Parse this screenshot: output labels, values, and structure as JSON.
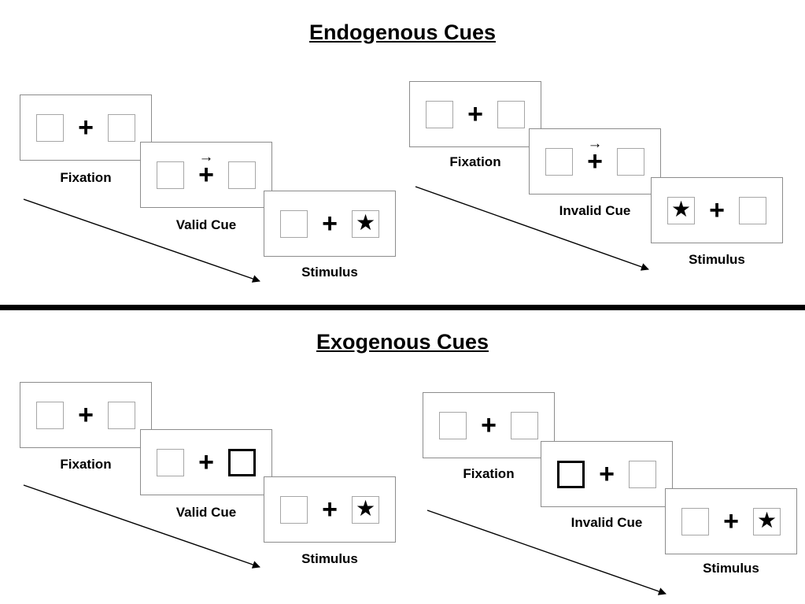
{
  "colors": {
    "text": "#000000",
    "panel_border": "#8c8c8c",
    "box_border": "#a6a6a6",
    "divider": "#000000"
  },
  "glyphs": {
    "plus": "+",
    "star": "★",
    "cue_arrow": "→"
  },
  "sections": [
    {
      "title": "Endogenous Cues",
      "sequences": [
        {
          "name": "valid-cue-trial",
          "panels": [
            {
              "label": "Fixation",
              "left_box": "empty",
              "right_box": "empty",
              "cue": "none"
            },
            {
              "label": "Valid Cue",
              "left_box": "empty",
              "right_box": "empty",
              "cue": "arrow-right-above-fixation"
            },
            {
              "label": "Stimulus",
              "left_box": "empty",
              "right_box": "star",
              "cue": "none"
            }
          ]
        },
        {
          "name": "invalid-cue-trial",
          "panels": [
            {
              "label": "Fixation",
              "left_box": "empty",
              "right_box": "empty",
              "cue": "none"
            },
            {
              "label": "Invalid Cue",
              "left_box": "empty",
              "right_box": "empty",
              "cue": "arrow-right-above-fixation"
            },
            {
              "label": "Stimulus",
              "left_box": "star",
              "right_box": "empty",
              "cue": "none"
            }
          ]
        }
      ]
    },
    {
      "title": "Exogenous Cues",
      "sequences": [
        {
          "name": "valid-cue-trial",
          "panels": [
            {
              "label": "Fixation",
              "left_box": "empty",
              "right_box": "empty",
              "cue": "none"
            },
            {
              "label": "Valid Cue",
              "left_box": "empty",
              "right_box": "thick-border",
              "cue": "thick-border-right-box"
            },
            {
              "label": "Stimulus",
              "left_box": "empty",
              "right_box": "star",
              "cue": "none"
            }
          ]
        },
        {
          "name": "invalid-cue-trial",
          "panels": [
            {
              "label": "Fixation",
              "left_box": "empty",
              "right_box": "empty",
              "cue": "none"
            },
            {
              "label": "Invalid Cue",
              "left_box": "thick-border",
              "right_box": "empty",
              "cue": "thick-border-left-box"
            },
            {
              "label": "Stimulus",
              "left_box": "empty",
              "right_box": "star",
              "cue": "none"
            }
          ]
        }
      ]
    }
  ]
}
